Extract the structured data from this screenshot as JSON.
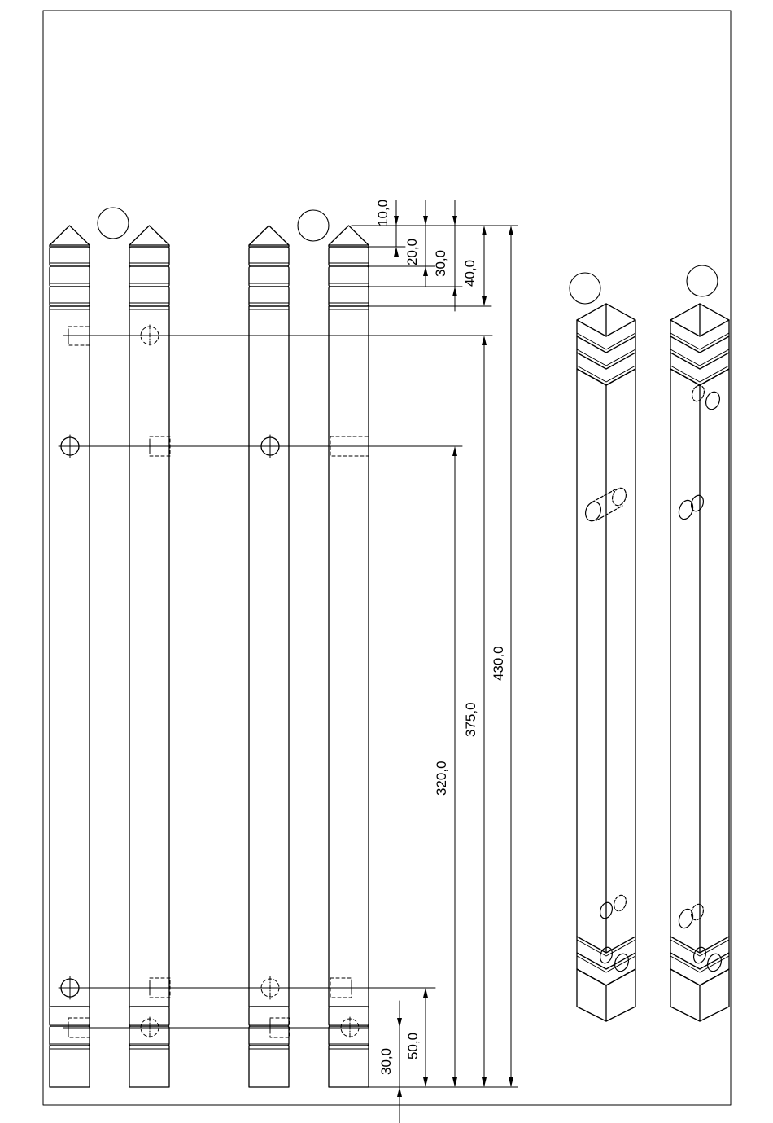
{
  "colors": {
    "line": "#000000",
    "paper": "#ffffff"
  },
  "dimensions": {
    "top": [
      "10,0",
      "20,0",
      "30,0",
      "40,0"
    ],
    "long": [
      "320,0",
      "375,0",
      "430,0"
    ],
    "bottom": [
      "30,0",
      "50,0"
    ]
  }
}
